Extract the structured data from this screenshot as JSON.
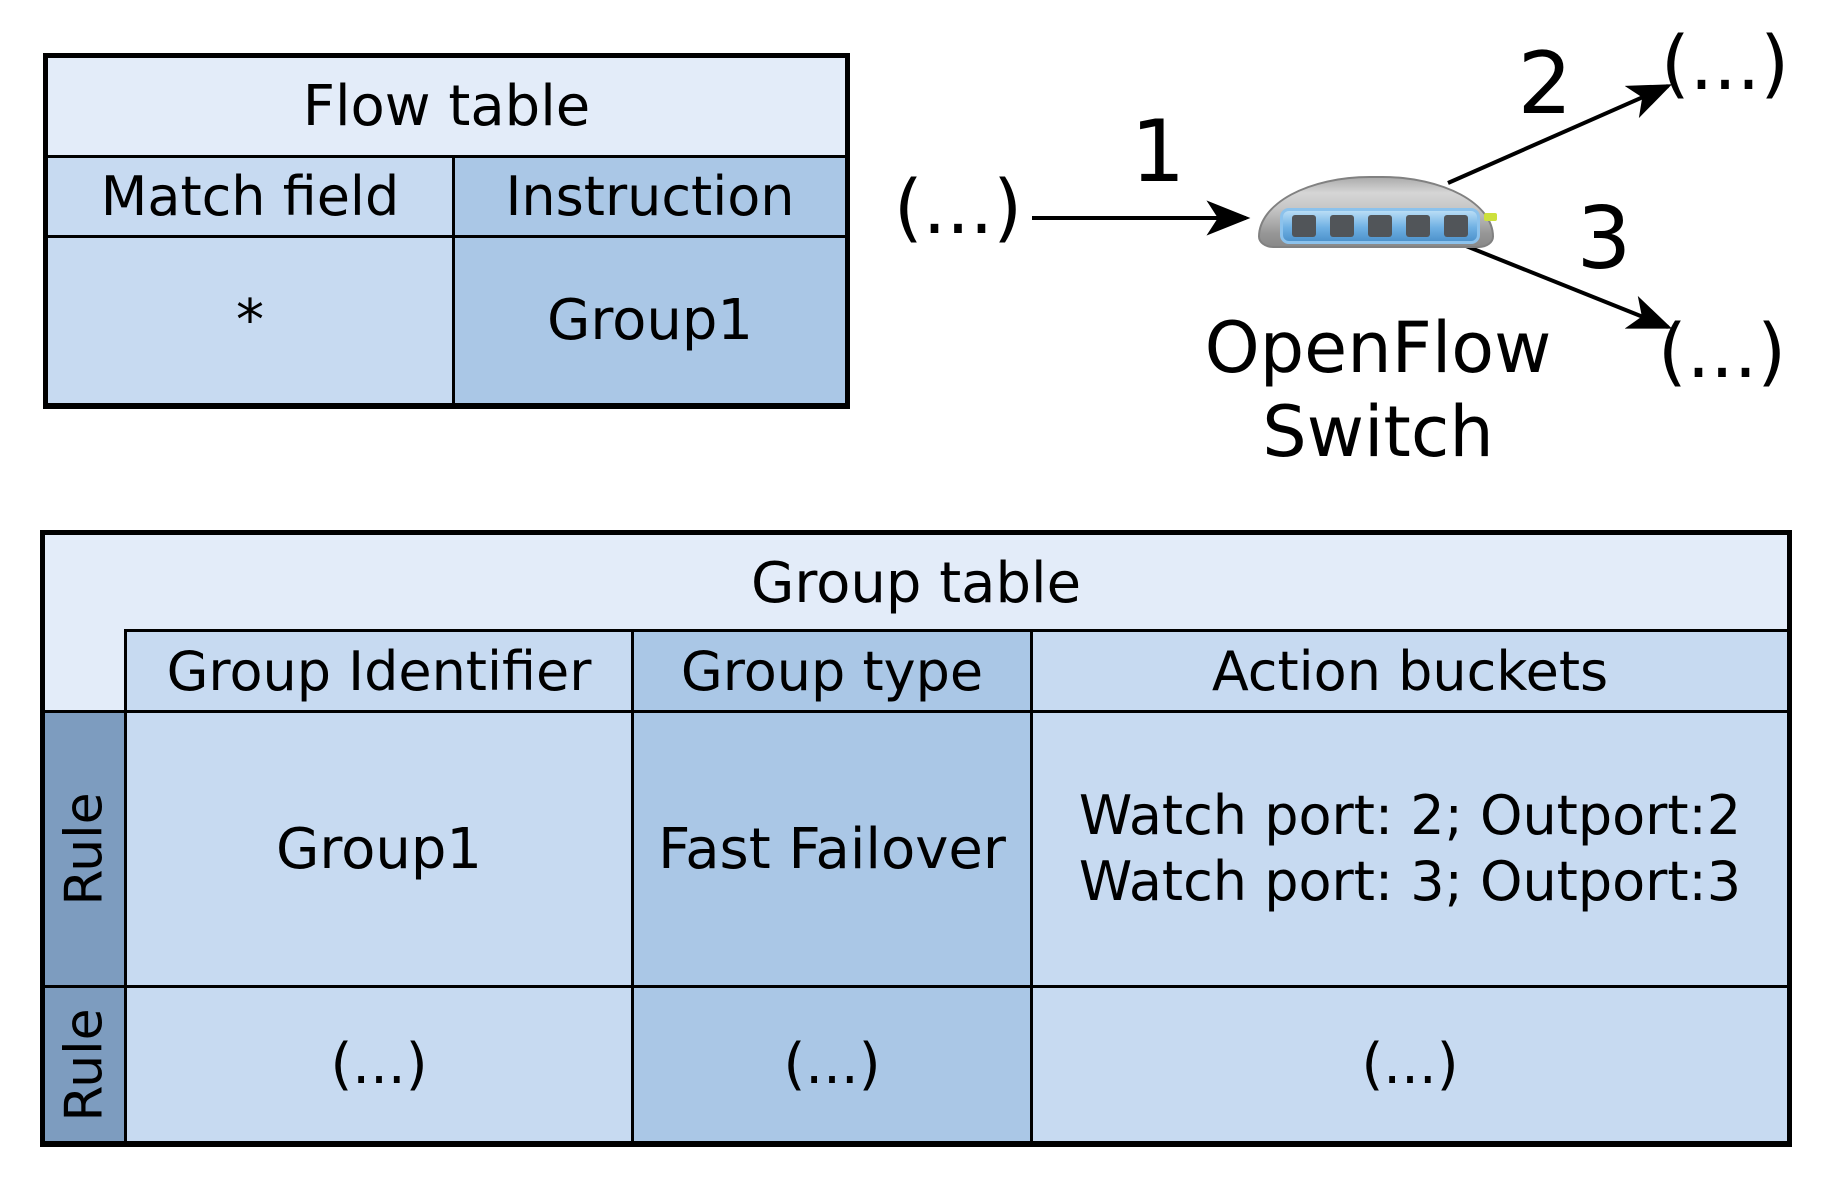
{
  "colors": {
    "title_bg": "#e3ecf9",
    "light_bg": "#c7daf1",
    "medium_bg": "#aac7e6",
    "rule_bg": "#7d9cbf",
    "border_color": "#000000",
    "arrow_color": "#000000",
    "switch_led": "#cde03c"
  },
  "flow_table": {
    "title": "Flow table",
    "columns": [
      "Match field",
      "Instruction"
    ],
    "rows": [
      {
        "match_field": "*",
        "instruction": "Group1"
      }
    ]
  },
  "group_table": {
    "title": "Group table",
    "columns": [
      "Group Identifier",
      "Group type",
      "Action buckets"
    ],
    "rows": [
      {
        "row_label": "Rule",
        "group_identifier": "Group1",
        "group_type": "Fast Failover",
        "action_buckets": [
          "Watch port: 2; Outport:2",
          "Watch port: 3; Outport:3"
        ]
      },
      {
        "row_label": "Rule",
        "group_identifier": "(...)",
        "group_type": "(...)",
        "action_buckets": [
          "(...)"
        ]
      }
    ]
  },
  "diagram": {
    "in_node": "(...)",
    "out_node_top": "(...)",
    "out_node_bottom": "(...)",
    "port_in_label": "1",
    "port_out_top_label": "2",
    "port_out_bottom_label": "3",
    "switch_label": [
      "OpenFlow",
      "Switch"
    ]
  }
}
